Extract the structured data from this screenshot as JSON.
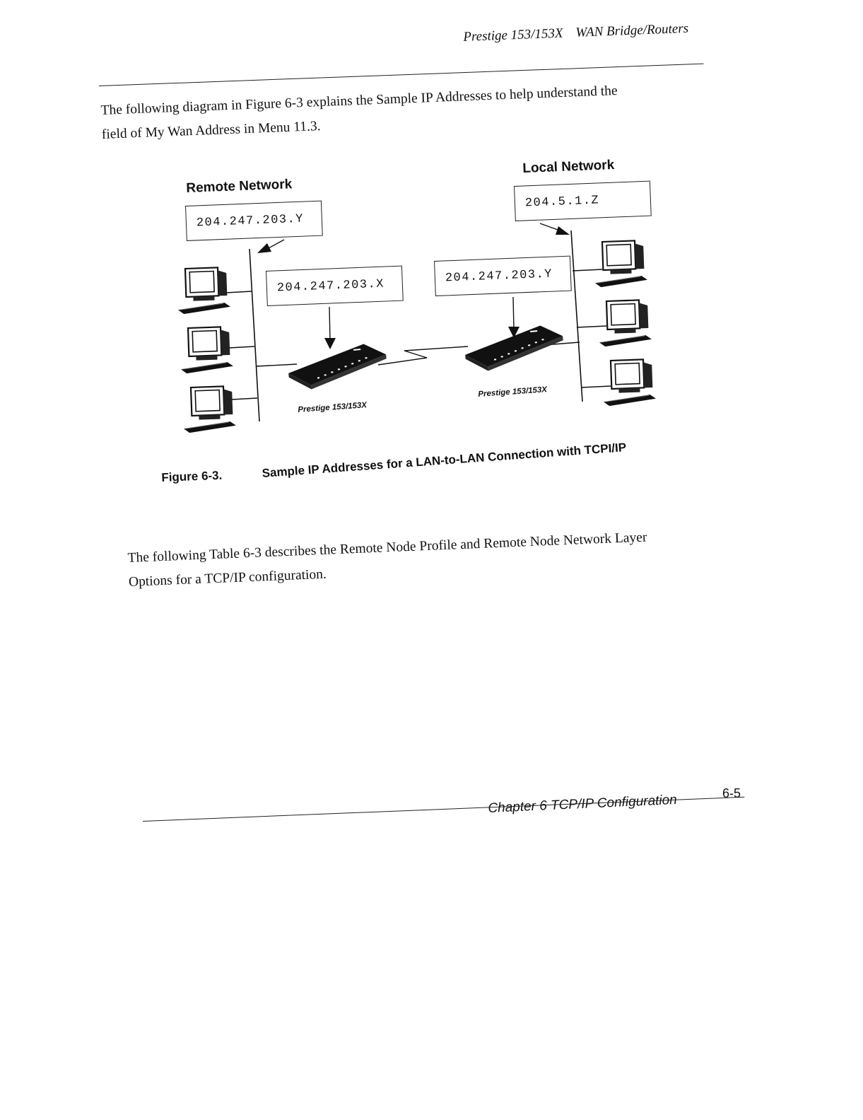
{
  "header": {
    "product": "Prestige 153/153X",
    "subtitle": "WAN Bridge/Routers"
  },
  "intro": {
    "line1": "The following diagram in Figure 6-3 explains the Sample IP Addresses to help understand the",
    "line2": "field of My Wan Address in Menu 11.3."
  },
  "diagram": {
    "remote_network_label": "Remote Network",
    "local_network_label": "Local Network",
    "remote_ip": "204.247.203.Y",
    "local_ip": "204.5.1.Z",
    "remote_router_ip": "204.247.203.X",
    "local_router_ip": "204.247.203.Y",
    "remote_device_label": "Prestige 153/153X",
    "local_device_label": "Prestige 153/153X"
  },
  "figure": {
    "number": "Figure 6-3.",
    "title": "Sample IP Addresses for a LAN-to-LAN Connection with TCPI/IP"
  },
  "body2": {
    "line1": "The following Table 6-3 describes the Remote Node Profile and Remote Node Network Layer",
    "line2": "Options for a TCP/IP configuration."
  },
  "footer": {
    "chapter": "Chapter 6 TCP/IP Configuration",
    "page_number": "6-5"
  }
}
